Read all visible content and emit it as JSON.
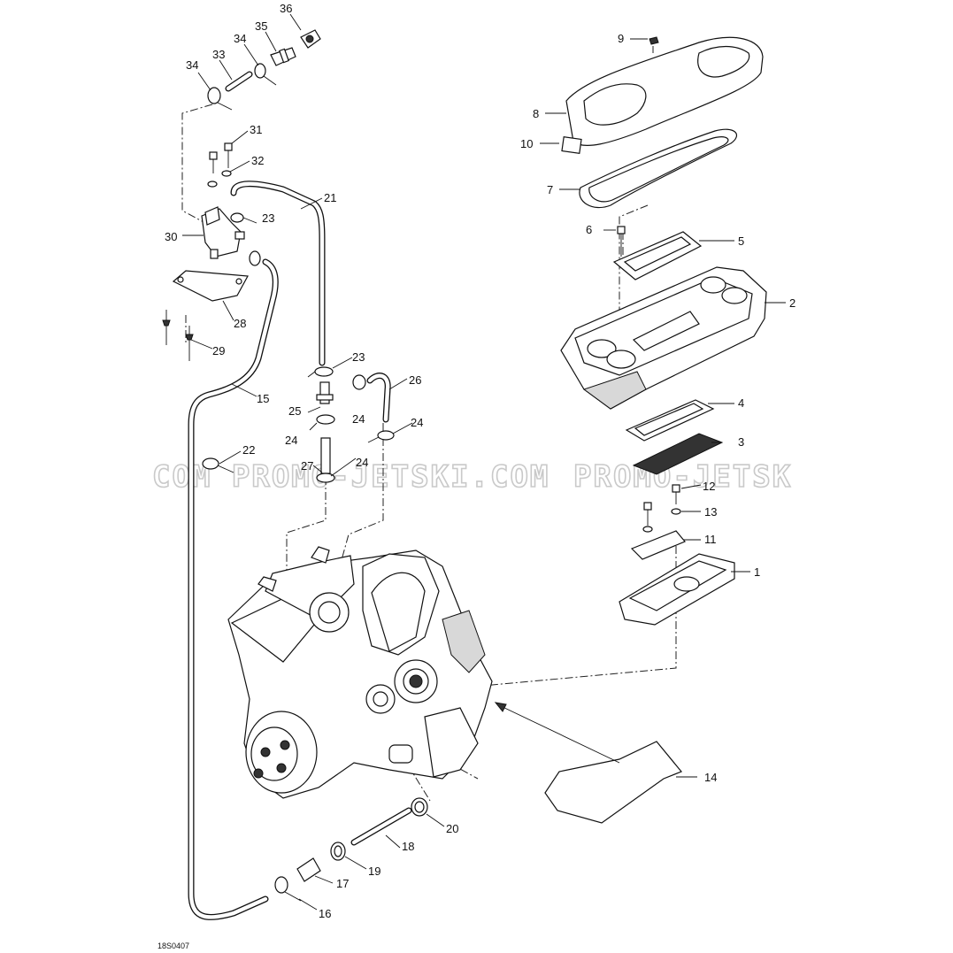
{
  "drawing_code": "18S0407",
  "watermarks": [
    "COM PROMO-JETSKI.COM",
    "PROMO-JETSK"
  ],
  "callouts": [
    "1",
    "2",
    "3",
    "4",
    "5",
    "6",
    "7",
    "8",
    "9",
    "10",
    "11",
    "12",
    "13",
    "14",
    "15",
    "16",
    "17",
    "18",
    "19",
    "20",
    "21",
    "22",
    "23",
    "23",
    "24",
    "24",
    "24",
    "24",
    "25",
    "26",
    "27",
    "28",
    "29",
    "30",
    "31",
    "32",
    "33",
    "34",
    "34",
    "35",
    "36"
  ]
}
